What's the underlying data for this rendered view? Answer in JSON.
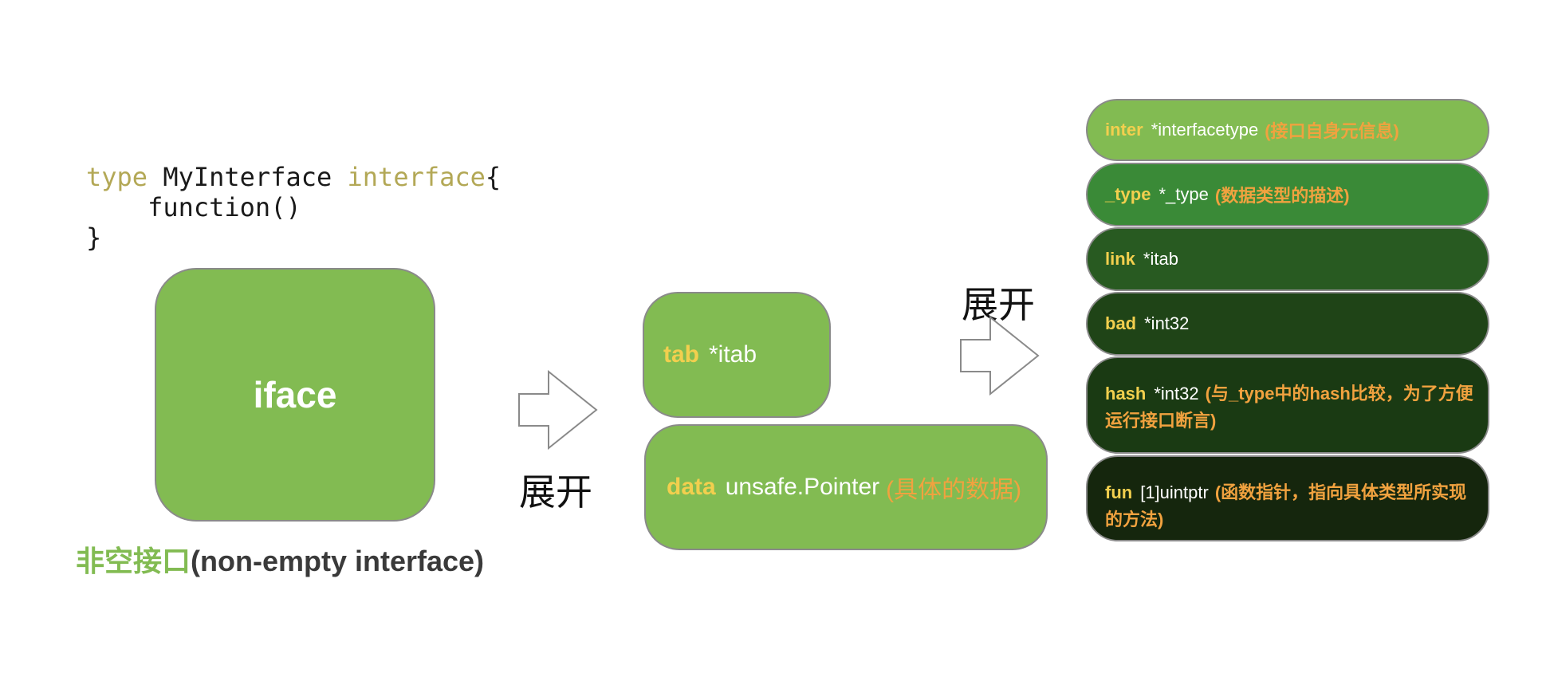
{
  "code": {
    "kw_type": "type",
    "name": " MyInterface ",
    "kw_interface": "interface",
    "brace_open": "{",
    "method": "    function()",
    "brace_close": "}"
  },
  "iface_box": {
    "label": "iface"
  },
  "caption": {
    "cn": "非空接口",
    "en": "(non-empty interface)"
  },
  "expand_label_1": "展开",
  "expand_label_2": "展开",
  "mid_fields": [
    {
      "name": "tab",
      "type": "*itab",
      "desc": ""
    },
    {
      "name": "data",
      "type": "unsafe.Pointer",
      "desc": "(具体的数据)"
    }
  ],
  "itab_fields": [
    {
      "name": "inter",
      "type": "*interfacetype",
      "desc": "(接口自身元信息)",
      "color": "#82bb52"
    },
    {
      "name": "_type",
      "type": "*_type",
      "desc": "(数据类型的描述)",
      "color": "#3a8a37"
    },
    {
      "name": "link",
      "type": "*itab",
      "desc": "",
      "color": "#285a21"
    },
    {
      "name": "bad",
      "type": "*int32",
      "desc": "",
      "color": "#1f4417"
    },
    {
      "name": "hash",
      "type": "*int32",
      "desc": "(与_type中的hash比较，为了方便运行接口断言)",
      "color": "#1a3a13"
    },
    {
      "name": "fun",
      "type": "[1]uintptr",
      "desc": "(函数指针，指向具体类型所实现的方法)",
      "color": "#15260d"
    }
  ],
  "colors": {
    "box_green": "#82bb52",
    "field_name": "#f2cf4e",
    "desc_orange": "#f1a23f",
    "keyword": "#b3a856"
  }
}
